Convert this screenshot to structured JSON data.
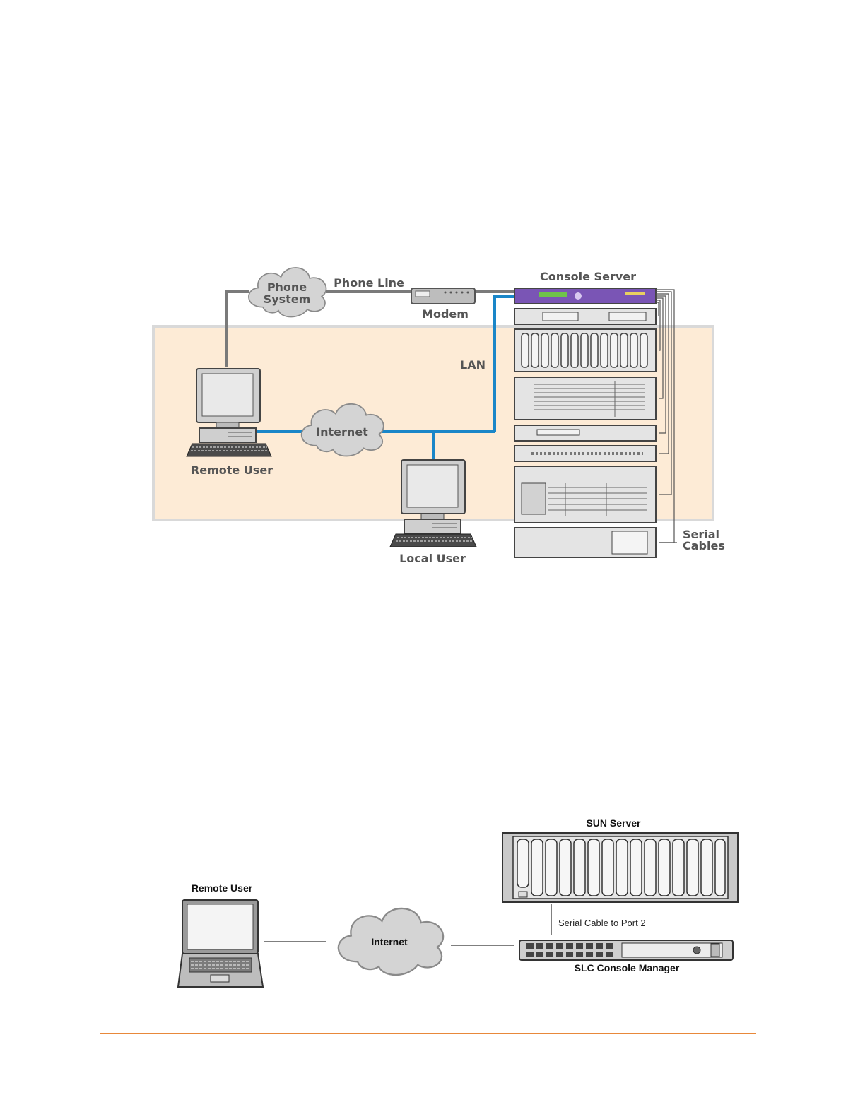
{
  "figure1": {
    "labels": {
      "phone_system_1": "Phone",
      "phone_system_2": "System",
      "phone_line": "Phone Line",
      "modem": "Modem",
      "console_server": "Console Server",
      "lan": "LAN",
      "internet": "Internet",
      "remote_user": "Remote User",
      "local_user": "Local User",
      "serial_cables_1": "Serial",
      "serial_cables_2": "Cables"
    },
    "colors": {
      "lan_area": "#fdebd6",
      "lan_border": "#d9d9d9",
      "lan_link": "#1a86c8",
      "phone_link": "#7a7a7a",
      "console_server": "#7a55b5"
    }
  },
  "figure2": {
    "labels": {
      "sun_server": "SUN Server",
      "remote_user": "Remote User",
      "internet": "Internet",
      "serial_cable": "Serial Cable to Port 2",
      "slc_console_manager": "SLC Console Manager"
    }
  },
  "footer": {
    "rule_color": "#e8883a"
  }
}
